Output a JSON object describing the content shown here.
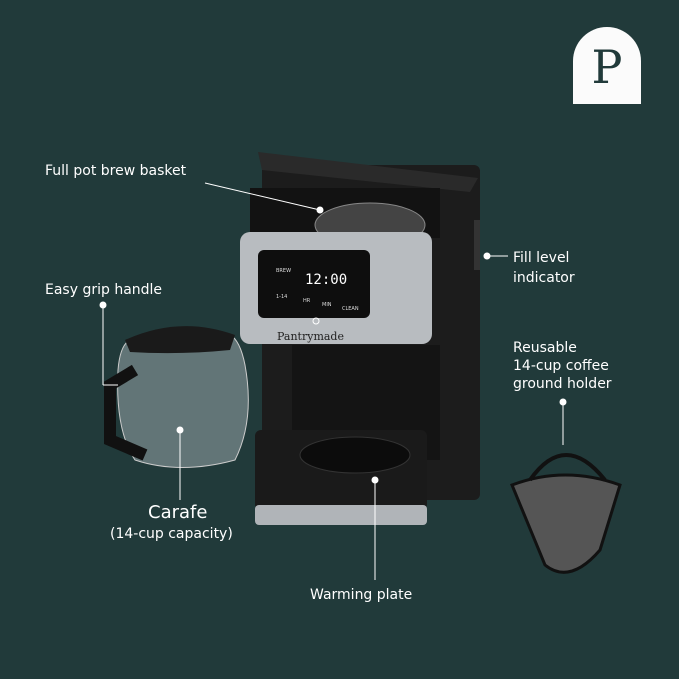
{
  "logo": {
    "letter": "P"
  },
  "brand": "Pantrymade",
  "panel": {
    "brew": "BREW",
    "time": "12:00",
    "cups": "1-14",
    "hr": "HR",
    "min": "MIN",
    "clean": "CLEAN"
  },
  "callouts": {
    "basket": "Full pot brew basket",
    "handle": "Easy grip handle",
    "fill_1": "Fill level",
    "fill_2": "indicator",
    "holder_1": "Reusable",
    "holder_2": "14-cup coffee",
    "holder_3": "ground holder",
    "carafe": "Carafe",
    "carafe_cap": "(14-cup capacity)",
    "plate": "Warming plate"
  }
}
